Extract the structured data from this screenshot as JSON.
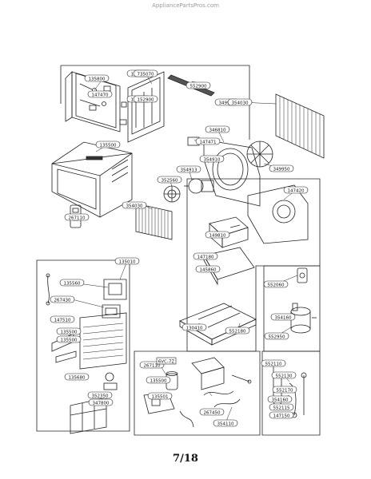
{
  "watermark": "AppliancePartsPros.com",
  "page_number": "7/18",
  "part_labels": {
    "p1": "135800",
    "p2": "147470",
    "p3": "147471",
    "p4": "135800",
    "p5": "735070",
    "p6": "552900",
    "p7": "349910",
    "p8": "346810",
    "p9": "147471",
    "p10": "354910",
    "p11": "354913",
    "p12": "352560",
    "p13": "349950",
    "p14": "267110",
    "p15": "135500",
    "p16": "354030",
    "p17": "152900",
    "p18": "354030",
    "p19": "135010",
    "p20": "135560",
    "p21": "267430",
    "p22": "149810",
    "p23": "147180",
    "p24": "145860",
    "p25": "147420",
    "p26": "147510",
    "p27": "135500",
    "p28": "135500",
    "p29": "135680",
    "p30": "552060",
    "p31": "552950",
    "p32": "354160",
    "p33": "352350",
    "p34": "130410",
    "p35": "552180",
    "p36": "552130",
    "p37": "354160",
    "p38": "147150",
    "p39": "267110",
    "p40": "135500",
    "p41": "135501",
    "p42": "267450",
    "p43": "354110",
    "p44": "552110",
    "p45": "552170",
    "p46": "552115",
    "p47": "347800"
  },
  "short_labels": {
    "s1": "6VC-7Z"
  }
}
